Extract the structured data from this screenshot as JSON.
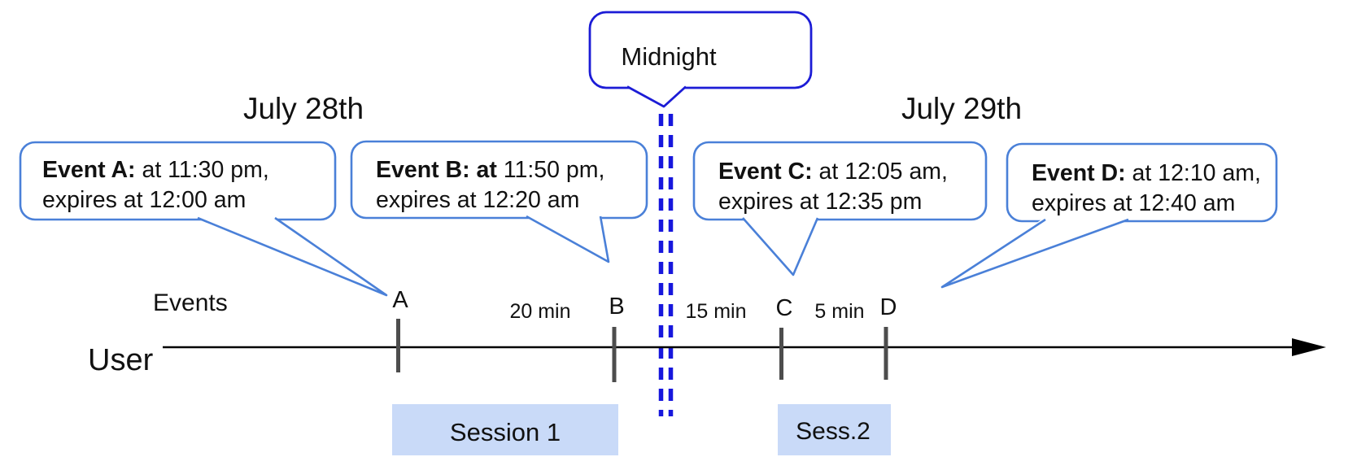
{
  "diagram": {
    "titles": {
      "left_day": "July 28th",
      "right_day": "July 29th"
    },
    "midnight": {
      "label": "Midnight"
    },
    "axis": {
      "events_label": "Events",
      "user_label": "User"
    },
    "callouts": [
      {
        "event": "A",
        "bold": "Event A:",
        "rest": " at 11:30 pm,",
        "line2": "expires at 12:00 am"
      },
      {
        "event": "B",
        "bold": "Event B: at",
        "rest": " 11:50 pm,",
        "line2": "expires at 12:20 am"
      },
      {
        "event": "C",
        "bold": "Event C:",
        "rest": " at 12:05 am,",
        "line2": "expires at 12:35 pm"
      },
      {
        "event": "D",
        "bold": "Event D:",
        "rest": " at 12:10 am,",
        "line2": "expires at 12:40 am"
      }
    ],
    "tick_labels": [
      "A",
      "B",
      "C",
      "D"
    ],
    "intervals": [
      {
        "label": "20 min"
      },
      {
        "label": "15 min"
      },
      {
        "label": "5 min"
      }
    ],
    "sessions": [
      {
        "label": "Session 1"
      },
      {
        "label": "Sess.2"
      }
    ],
    "colors": {
      "callout_border_blue": "#4a80d8",
      "midnight_border_blue": "#1c1cd6",
      "midnight_dash_blue": "#1717dd",
      "session_fill": "#c9daf8",
      "tick_gray": "#4d4d4d",
      "timeline_black": "#000000"
    }
  }
}
